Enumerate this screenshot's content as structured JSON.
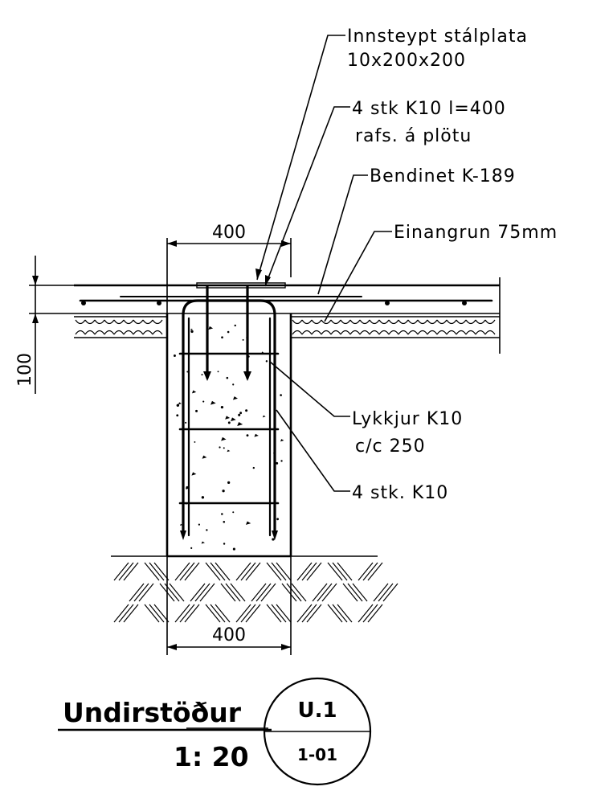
{
  "annotations": {
    "steel_plate_line1": "Innsteypt stálplata",
    "steel_plate_line2": "10x200x200",
    "anchors_line1": "4 stk K10 l=400",
    "anchors_line2": "rafs. á plötu",
    "mesh": "Bendinet K-189",
    "insulation": "Einangrun 75mm",
    "stirrups_line1": "Lykkjur K10",
    "stirrups_line2": "c/c 250",
    "long_bars": "4 stk. K10"
  },
  "dimensions": {
    "top_width": "400",
    "bottom_width": "400",
    "slab_thickness": "100"
  },
  "title_block": {
    "title": "Undirstöður",
    "scale": "1: 20",
    "detail_id": "U.1",
    "sheet_ref": "1-01"
  }
}
